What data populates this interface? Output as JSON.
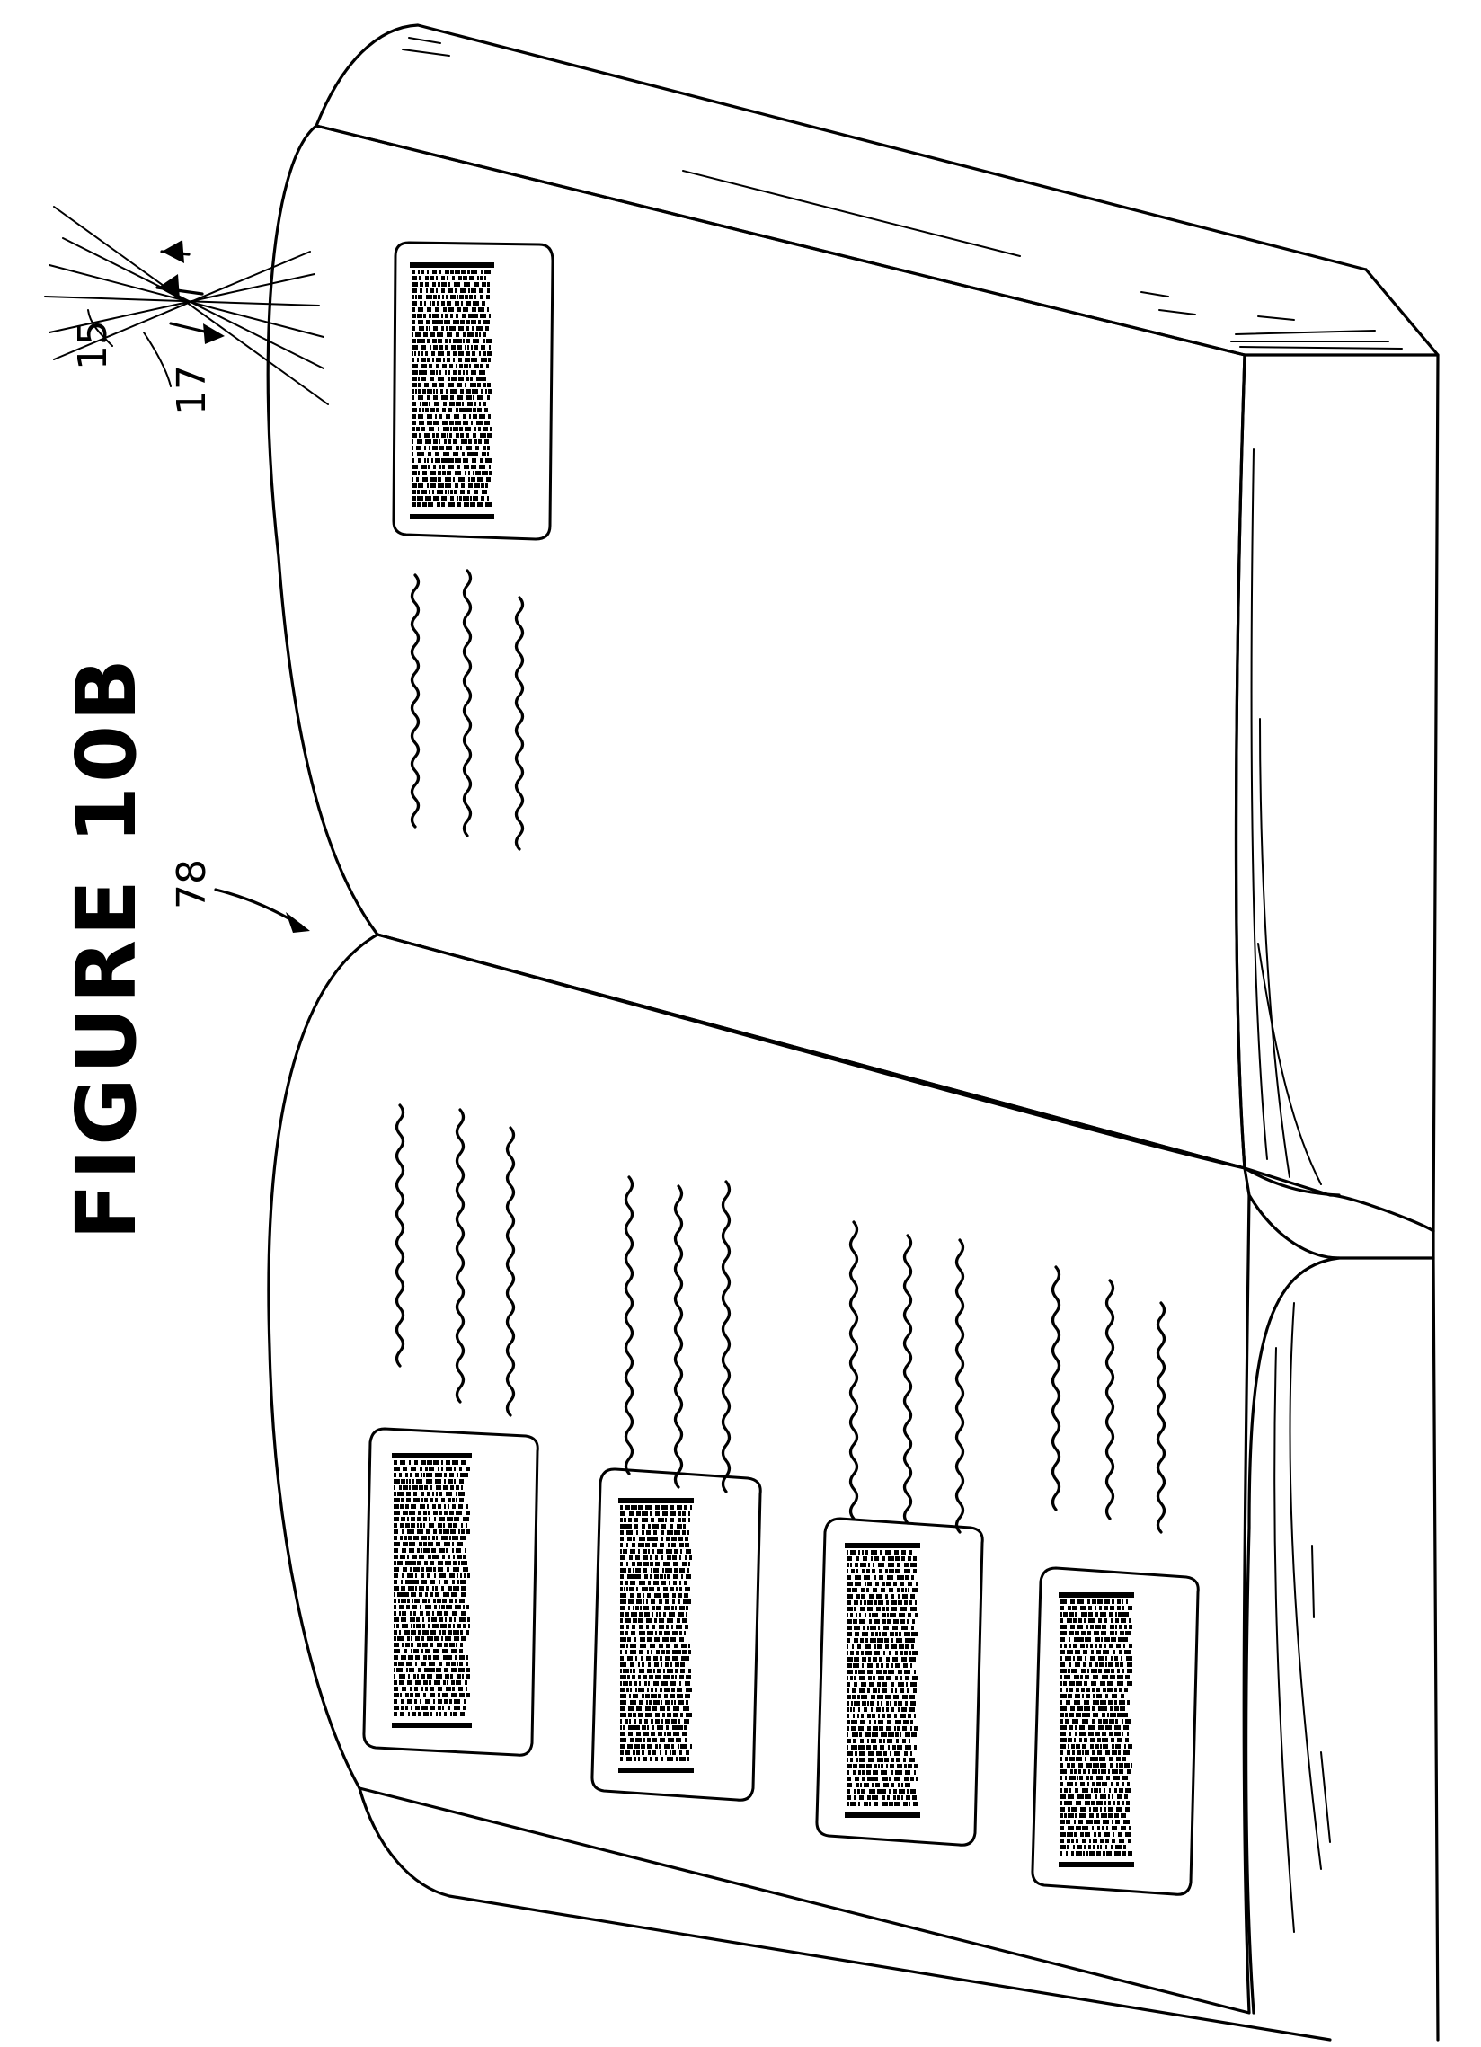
{
  "figure": {
    "title": "FIGURE 10B",
    "reference_numerals": {
      "book": "78",
      "beam_outer": "15",
      "beam_inner": "17"
    }
  },
  "colors": {
    "ink": "#000000",
    "paper": "#ffffff"
  }
}
